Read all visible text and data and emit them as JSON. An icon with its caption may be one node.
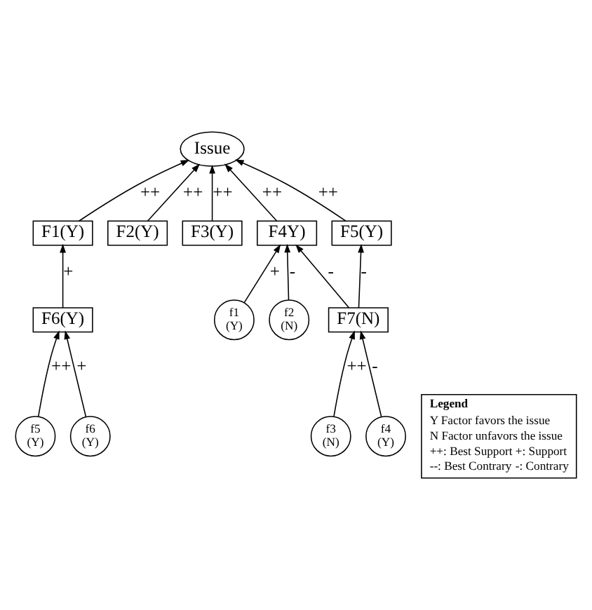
{
  "diagram": {
    "nodes": [
      {
        "text": [
          "Issue"
        ]
      },
      {
        "text": [
          "F1(Y)"
        ]
      },
      {
        "text": [
          "F2(Y)"
        ]
      },
      {
        "text": [
          "F3(Y)"
        ]
      },
      {
        "text": [
          "F4Y)"
        ]
      },
      {
        "text": [
          "F5(Y)"
        ]
      },
      {
        "text": [
          "F6(Y)"
        ]
      },
      {
        "text": [
          "f1 (Y)"
        ]
      },
      {
        "text": [
          "f2 (N)"
        ]
      },
      {
        "text": [
          "F7(N)"
        ]
      },
      {
        "text": [
          "f5 (Y)"
        ]
      },
      {
        "text": [
          "f6 (Y)"
        ]
      },
      {
        "text": [
          "f3 (N)"
        ]
      },
      {
        "text": [
          "f4 (Y)"
        ]
      },
      {
        "text": [
          "Legend",
          "Y Factor favors the issue",
          "N Factor unfavors the issue",
          "++: Best Support",
          "+: Support",
          "--: Best Contrary",
          "-: Contrary"
        ]
      }
    ],
    "edges": [
      {
        "from": 1,
        "to": 0,
        "arrow": "to",
        "label": "++"
      },
      {
        "from": 2,
        "to": 0,
        "arrow": "to",
        "label": "++"
      },
      {
        "from": 3,
        "to": 0,
        "arrow": "to",
        "label": "++"
      },
      {
        "from": 4,
        "to": 0,
        "arrow": "to",
        "label": "++"
      },
      {
        "from": 5,
        "to": 0,
        "arrow": "to",
        "label": "++"
      },
      {
        "from": 6,
        "to": 1,
        "arrow": "to",
        "label": "+"
      },
      {
        "from": 7,
        "to": 4,
        "arrow": "to",
        "label": "+"
      },
      {
        "from": 8,
        "to": 4,
        "arrow": "to",
        "label": "-"
      },
      {
        "from": 9,
        "to": 4,
        "arrow": "to",
        "label": "-"
      },
      {
        "from": 9,
        "to": 5,
        "arrow": "to",
        "label": "-"
      },
      {
        "from": 10,
        "to": 6,
        "arrow": "to",
        "label": "++"
      },
      {
        "from": 11,
        "to": 6,
        "arrow": "to",
        "label": "+"
      },
      {
        "from": 12,
        "to": 9,
        "arrow": "to",
        "label": "++"
      },
      {
        "from": 13,
        "to": 9,
        "arrow": "to",
        "label": "-"
      }
    ]
  }
}
